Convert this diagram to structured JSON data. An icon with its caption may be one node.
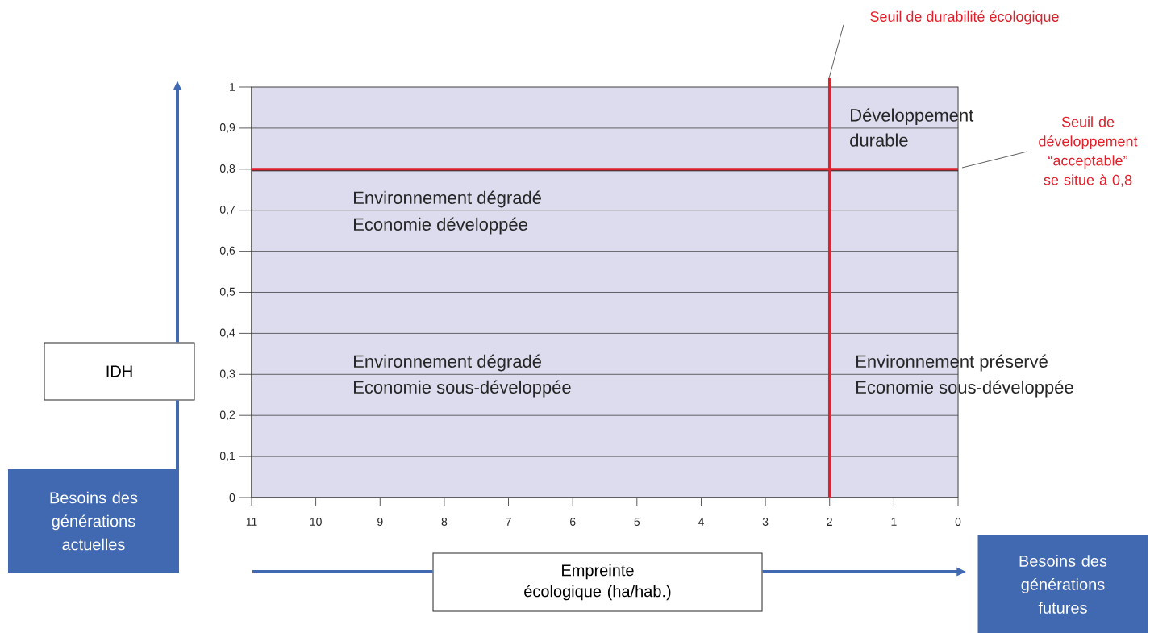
{
  "diagram": {
    "nodes": [
      {
        "text": [
          "Seuil de durabilité écologique"
        ]
      },
      {
        "text": [
          "Seuil de développement “acceptable” se situe à 0,8"
        ]
      },
      {
        "text": [
          "IDH"
        ]
      },
      {
        "text": [
          "Besoins des générations actuelles"
        ]
      },
      {
        "text": [
          "Empreinte écologique (ha/hab.)"
        ]
      },
      {
        "text": [
          "Besoins des générations futures"
        ]
      }
    ],
    "edges": [
      {
        "from": 0,
        "to": null,
        "arrow": "none",
        "color": "#333333"
      },
      {
        "from": 1,
        "to": null,
        "arrow": "none",
        "color": "#333333"
      },
      {
        "from": 3,
        "to": 2,
        "arrow": "none"
      },
      {
        "from": 2,
        "to": null,
        "arrow": "to"
      },
      {
        "from": null,
        "to": 4,
        "arrow": "none"
      },
      {
        "from": 4,
        "to": 5,
        "arrow": "to"
      }
    ],
    "labels": [
      "1",
      "0,9",
      "0,8",
      "0,7",
      "0,6",
      "0,5",
      "0,4",
      "0,3",
      "0,2",
      "0,1",
      "0",
      "11",
      "10",
      "9",
      "8",
      "7",
      "6",
      "5",
      "4",
      "3",
      "2",
      "1",
      "0",
      "Développement durable",
      "Environnement dégradé",
      "Economie développée",
      "Environnement dégradé",
      "Economie sous-développée",
      "Environnement préservé",
      "Economie sous-développée"
    ]
  }
}
